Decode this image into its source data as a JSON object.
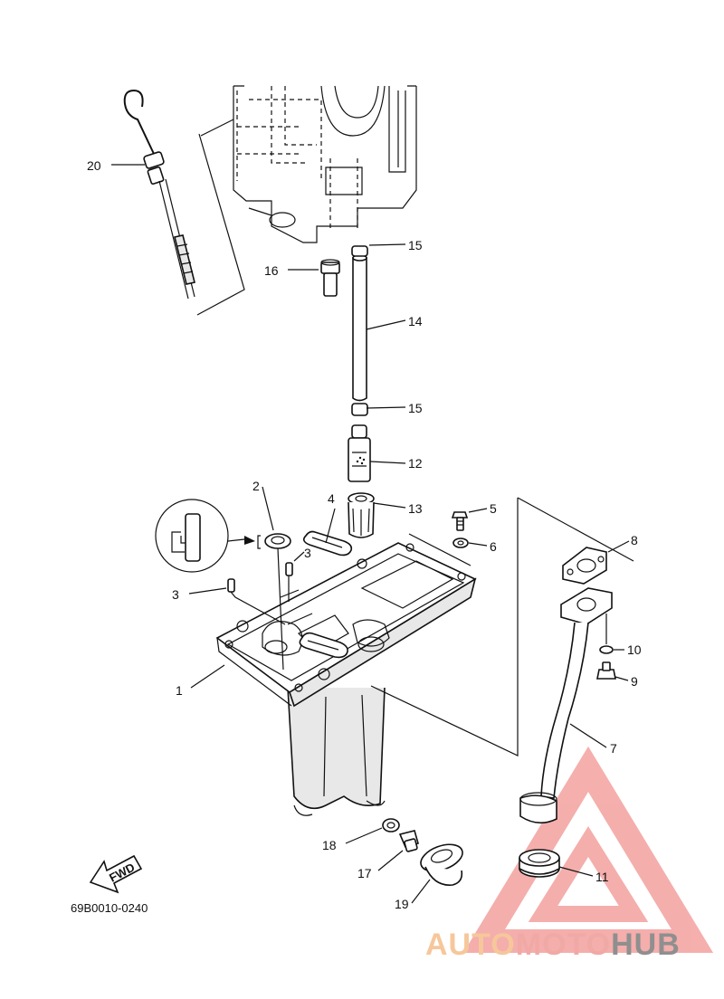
{
  "diagram_code": "69B0010-0240",
  "fwd_label": "FWD",
  "callouts": {
    "c1": "1",
    "c2": "2",
    "c3a": "3",
    "c3b": "3",
    "c4": "4",
    "c5": "5",
    "c6": "6",
    "c7": "7",
    "c8": "8",
    "c9": "9",
    "c10": "10",
    "c11": "11",
    "c12": "12",
    "c13": "13",
    "c14": "14",
    "c15a": "15",
    "c15b": "15",
    "c16": "16",
    "c17": "17",
    "c18": "18",
    "c19": "19",
    "c20": "20"
  },
  "watermark": {
    "part1": "AUTO",
    "part2": "MOTO",
    "part3": "HUB"
  }
}
